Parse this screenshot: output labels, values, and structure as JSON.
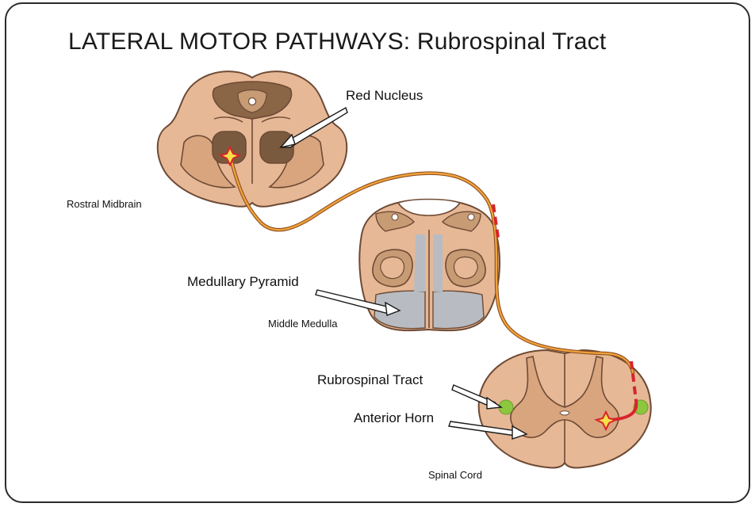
{
  "title": "LATERAL MOTOR PATHWAYS: Rubrospinal Tract",
  "labels": {
    "red_nucleus": "Red Nucleus",
    "rostral_midbrain": "Rostral Midbrain",
    "medullary_pyramid": "Medullary Pyramid",
    "middle_medulla": "Middle Medulla",
    "rubrospinal_tract": "Rubrospinal Tract",
    "anterior_horn": "Anterior Horn",
    "spinal_cord": "Spinal Cord"
  },
  "colors": {
    "tissue": "#e6b896",
    "tissue_dark_outline": "#6e4a35",
    "nucleus": "#7a5a3e",
    "pyramid": "#b8bcc2",
    "tract_orange": "#f0a23a",
    "tract_red": "#d8242a",
    "tract_green": "#8dc63f"
  }
}
